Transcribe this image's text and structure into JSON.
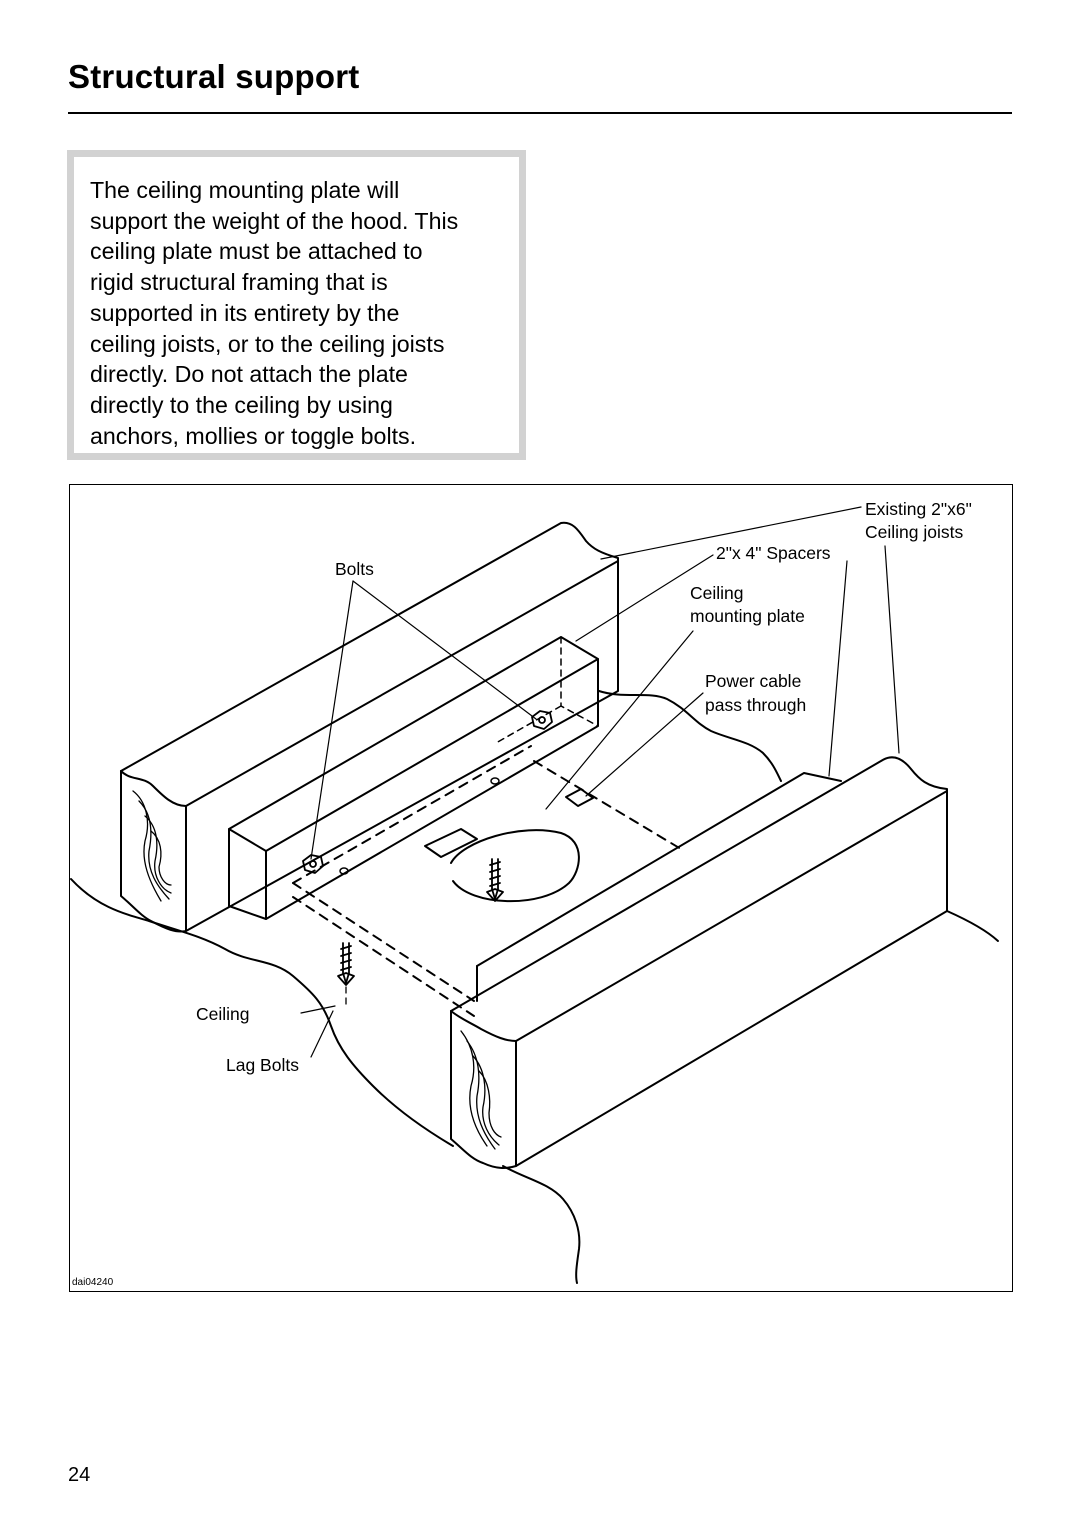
{
  "header": {
    "title": "Structural support"
  },
  "note": {
    "lines": [
      "The ceiling mounting plate will",
      "support the weight of the hood. This",
      "ceiling plate must be attached to",
      "rigid structural framing that is",
      "supported in its entirety by the",
      "ceiling joists, or to the ceiling joists",
      "directly. Do not attach the plate",
      "directly to the ceiling by using",
      "anchors, mollies or toggle bolts."
    ]
  },
  "figure": {
    "labels": {
      "existing_joists_1": "Existing 2\"x6\"",
      "existing_joists_2": "Ceiling joists",
      "spacers": "2\"x 4\" Spacers",
      "bolts": "Bolts",
      "mounting_plate_1": "Ceiling",
      "mounting_plate_2": "mounting plate",
      "power_cable_1": "Power cable",
      "power_cable_2": "pass through",
      "ceiling": "Ceiling",
      "lag_bolts": "Lag Bolts"
    },
    "code": "dai04240"
  },
  "footer": {
    "page_number": "24"
  }
}
